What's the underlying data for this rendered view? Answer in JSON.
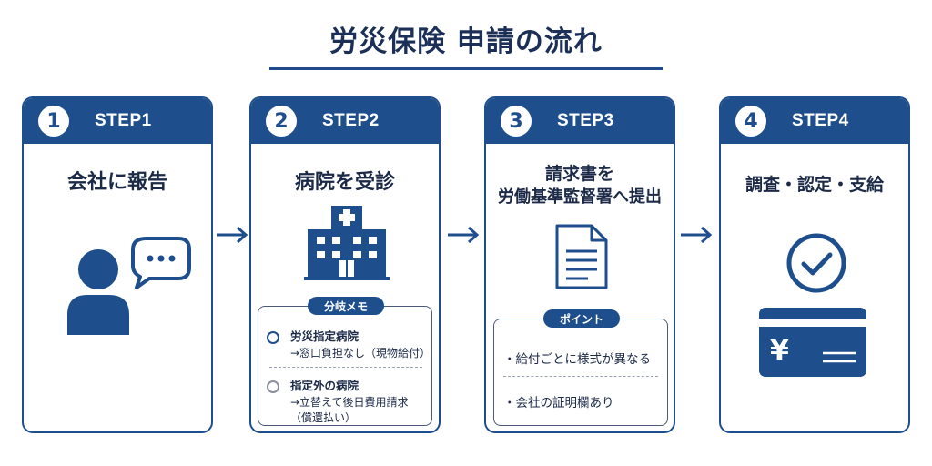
{
  "title": "労災保険 申請の流れ",
  "steps": [
    {
      "number": "1",
      "label": "STEP1",
      "title": "会社に報告"
    },
    {
      "number": "2",
      "label": "STEP2",
      "title": "病院を受診",
      "note": {
        "label": "分岐メモ",
        "options": [
          {
            "name": "労災指定病院",
            "detail": "→窓口負担なし（現物給付）",
            "color": "#1f4e8c"
          },
          {
            "name": "指定外の病院",
            "detail": "→立替えて後日費用請求",
            "detail2": "（償還払い）",
            "color": "#8a8f99"
          }
        ]
      }
    },
    {
      "number": "3",
      "label": "STEP3",
      "title_line1": "請求書を",
      "title_line2": "労働基準監督署へ提出",
      "point": {
        "label": "ポイント",
        "items": [
          "・給付ごとに様式が異なる",
          "・会社の証明欄あり"
        ]
      }
    },
    {
      "number": "4",
      "label": "STEP4",
      "title": "調査・認定・支給",
      "currency_symbol": "¥"
    }
  ],
  "colors": {
    "primary": "#1f4e8c",
    "text": "#1c2a48",
    "muted": "#8a8f99"
  },
  "icons": [
    "person-speech-icon",
    "hospital-icon",
    "document-icon",
    "check-circle-icon",
    "yen-card-icon",
    "arrow-right-icon"
  ]
}
